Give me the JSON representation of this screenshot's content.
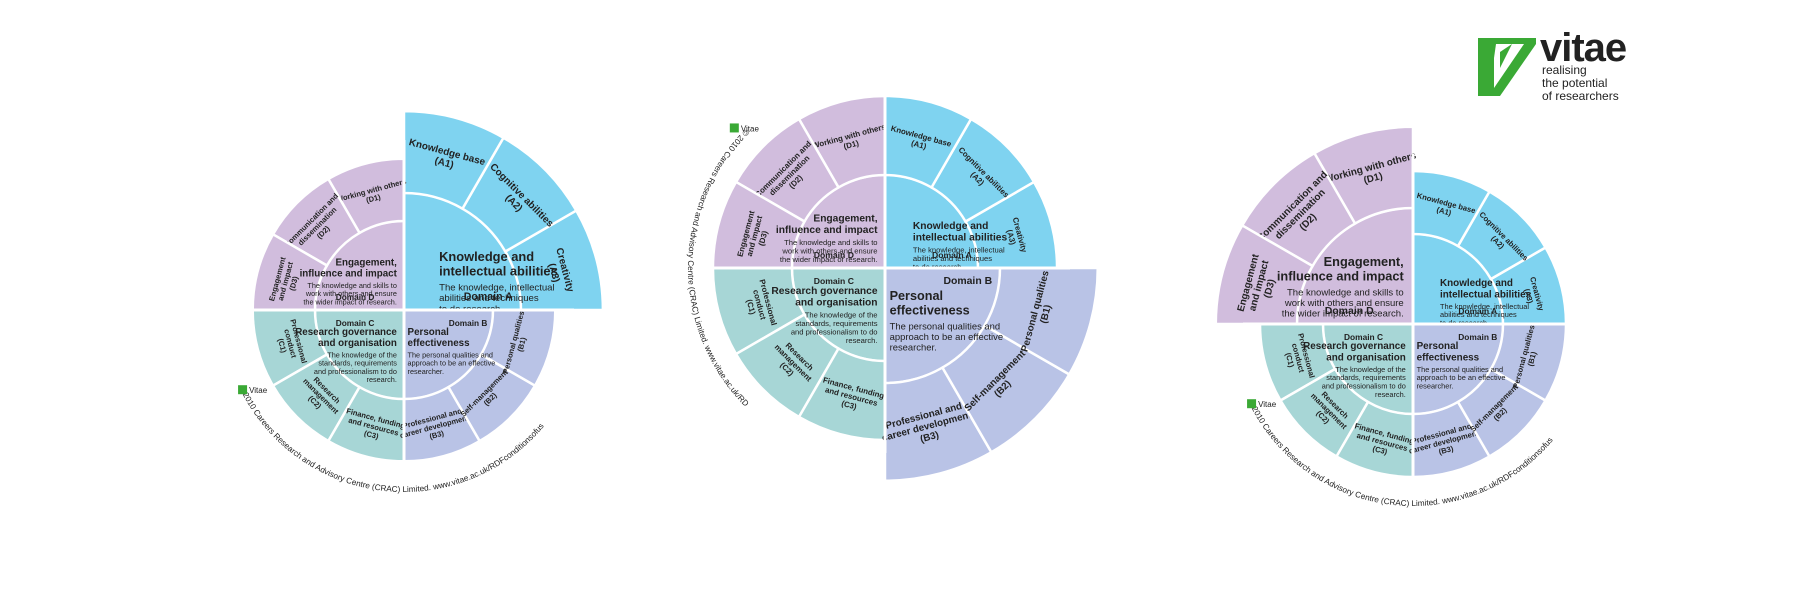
{
  "colors": {
    "a": "#7fd3f0",
    "b": "#b9c3e6",
    "c": "#a7d6d6",
    "d": "#d1bddd",
    "a_light": "#a7e2f6",
    "b_light": "#cdd4ee",
    "c_light": "#c4e6e6",
    "d_light": "#e0d2e9",
    "line": "#ffffff",
    "text": "#222222",
    "logo_green": "#3aa935"
  },
  "domains": {
    "a": {
      "domain_label": "Domain A",
      "title": [
        "Knowledge and",
        "intellectual abilities"
      ],
      "desc": [
        "The knowledge, intellectual",
        "abilities and techniques",
        "to do research."
      ],
      "subs": [
        {
          "name": [
            "Knowledge base",
            "(A1)"
          ]
        },
        {
          "name": [
            "Cognitive abilities",
            "(A2)"
          ]
        },
        {
          "name": [
            "Creativity",
            "(A3)"
          ]
        }
      ]
    },
    "b": {
      "domain_label": "Domain B",
      "title": [
        "Personal",
        "effectiveness"
      ],
      "desc": [
        "The personal qualities and",
        "approach to be an effective",
        "researcher."
      ],
      "subs": [
        {
          "name": [
            "Personal qualities",
            "(B1)"
          ]
        },
        {
          "name": [
            "Self-management",
            "(B2)"
          ]
        },
        {
          "name": [
            "Professional and",
            "career development",
            "(B3)"
          ]
        }
      ]
    },
    "c": {
      "domain_label": "Domain C",
      "title": [
        "Research governance",
        "and organisation"
      ],
      "desc": [
        "The knowledge of the",
        "standards, requirements",
        "and professionalism to do",
        "research."
      ],
      "subs": [
        {
          "name": [
            "Finance, funding",
            "and resources",
            "(C3)"
          ]
        },
        {
          "name": [
            "Research",
            "management",
            "(C2)"
          ]
        },
        {
          "name": [
            "Professional",
            "conduct",
            "(C1)"
          ]
        }
      ]
    },
    "d": {
      "domain_label": "Domain D",
      "title": [
        "Engagement,",
        "influence and impact"
      ],
      "desc": [
        "The knowledge and skills to",
        "work with others and ensure",
        "the wider impact of research."
      ],
      "subs": [
        {
          "name": [
            "Engagement",
            "and impact",
            "(D3)"
          ]
        },
        {
          "name": [
            "Communication and",
            "dissemination",
            "(D2)"
          ]
        },
        {
          "name": [
            "Working with others",
            "(D1)"
          ]
        }
      ]
    }
  },
  "copyright": "© 2010 Careers Research and Advisory Centre (CRAC) Limited. www.vitae.ac.uk/RDFconditionsofuse",
  "small_logo_text": "Vitae",
  "logo": {
    "wordmark": "vitae",
    "tagline": [
      "realising",
      "the potential",
      "of researchers"
    ]
  }
}
